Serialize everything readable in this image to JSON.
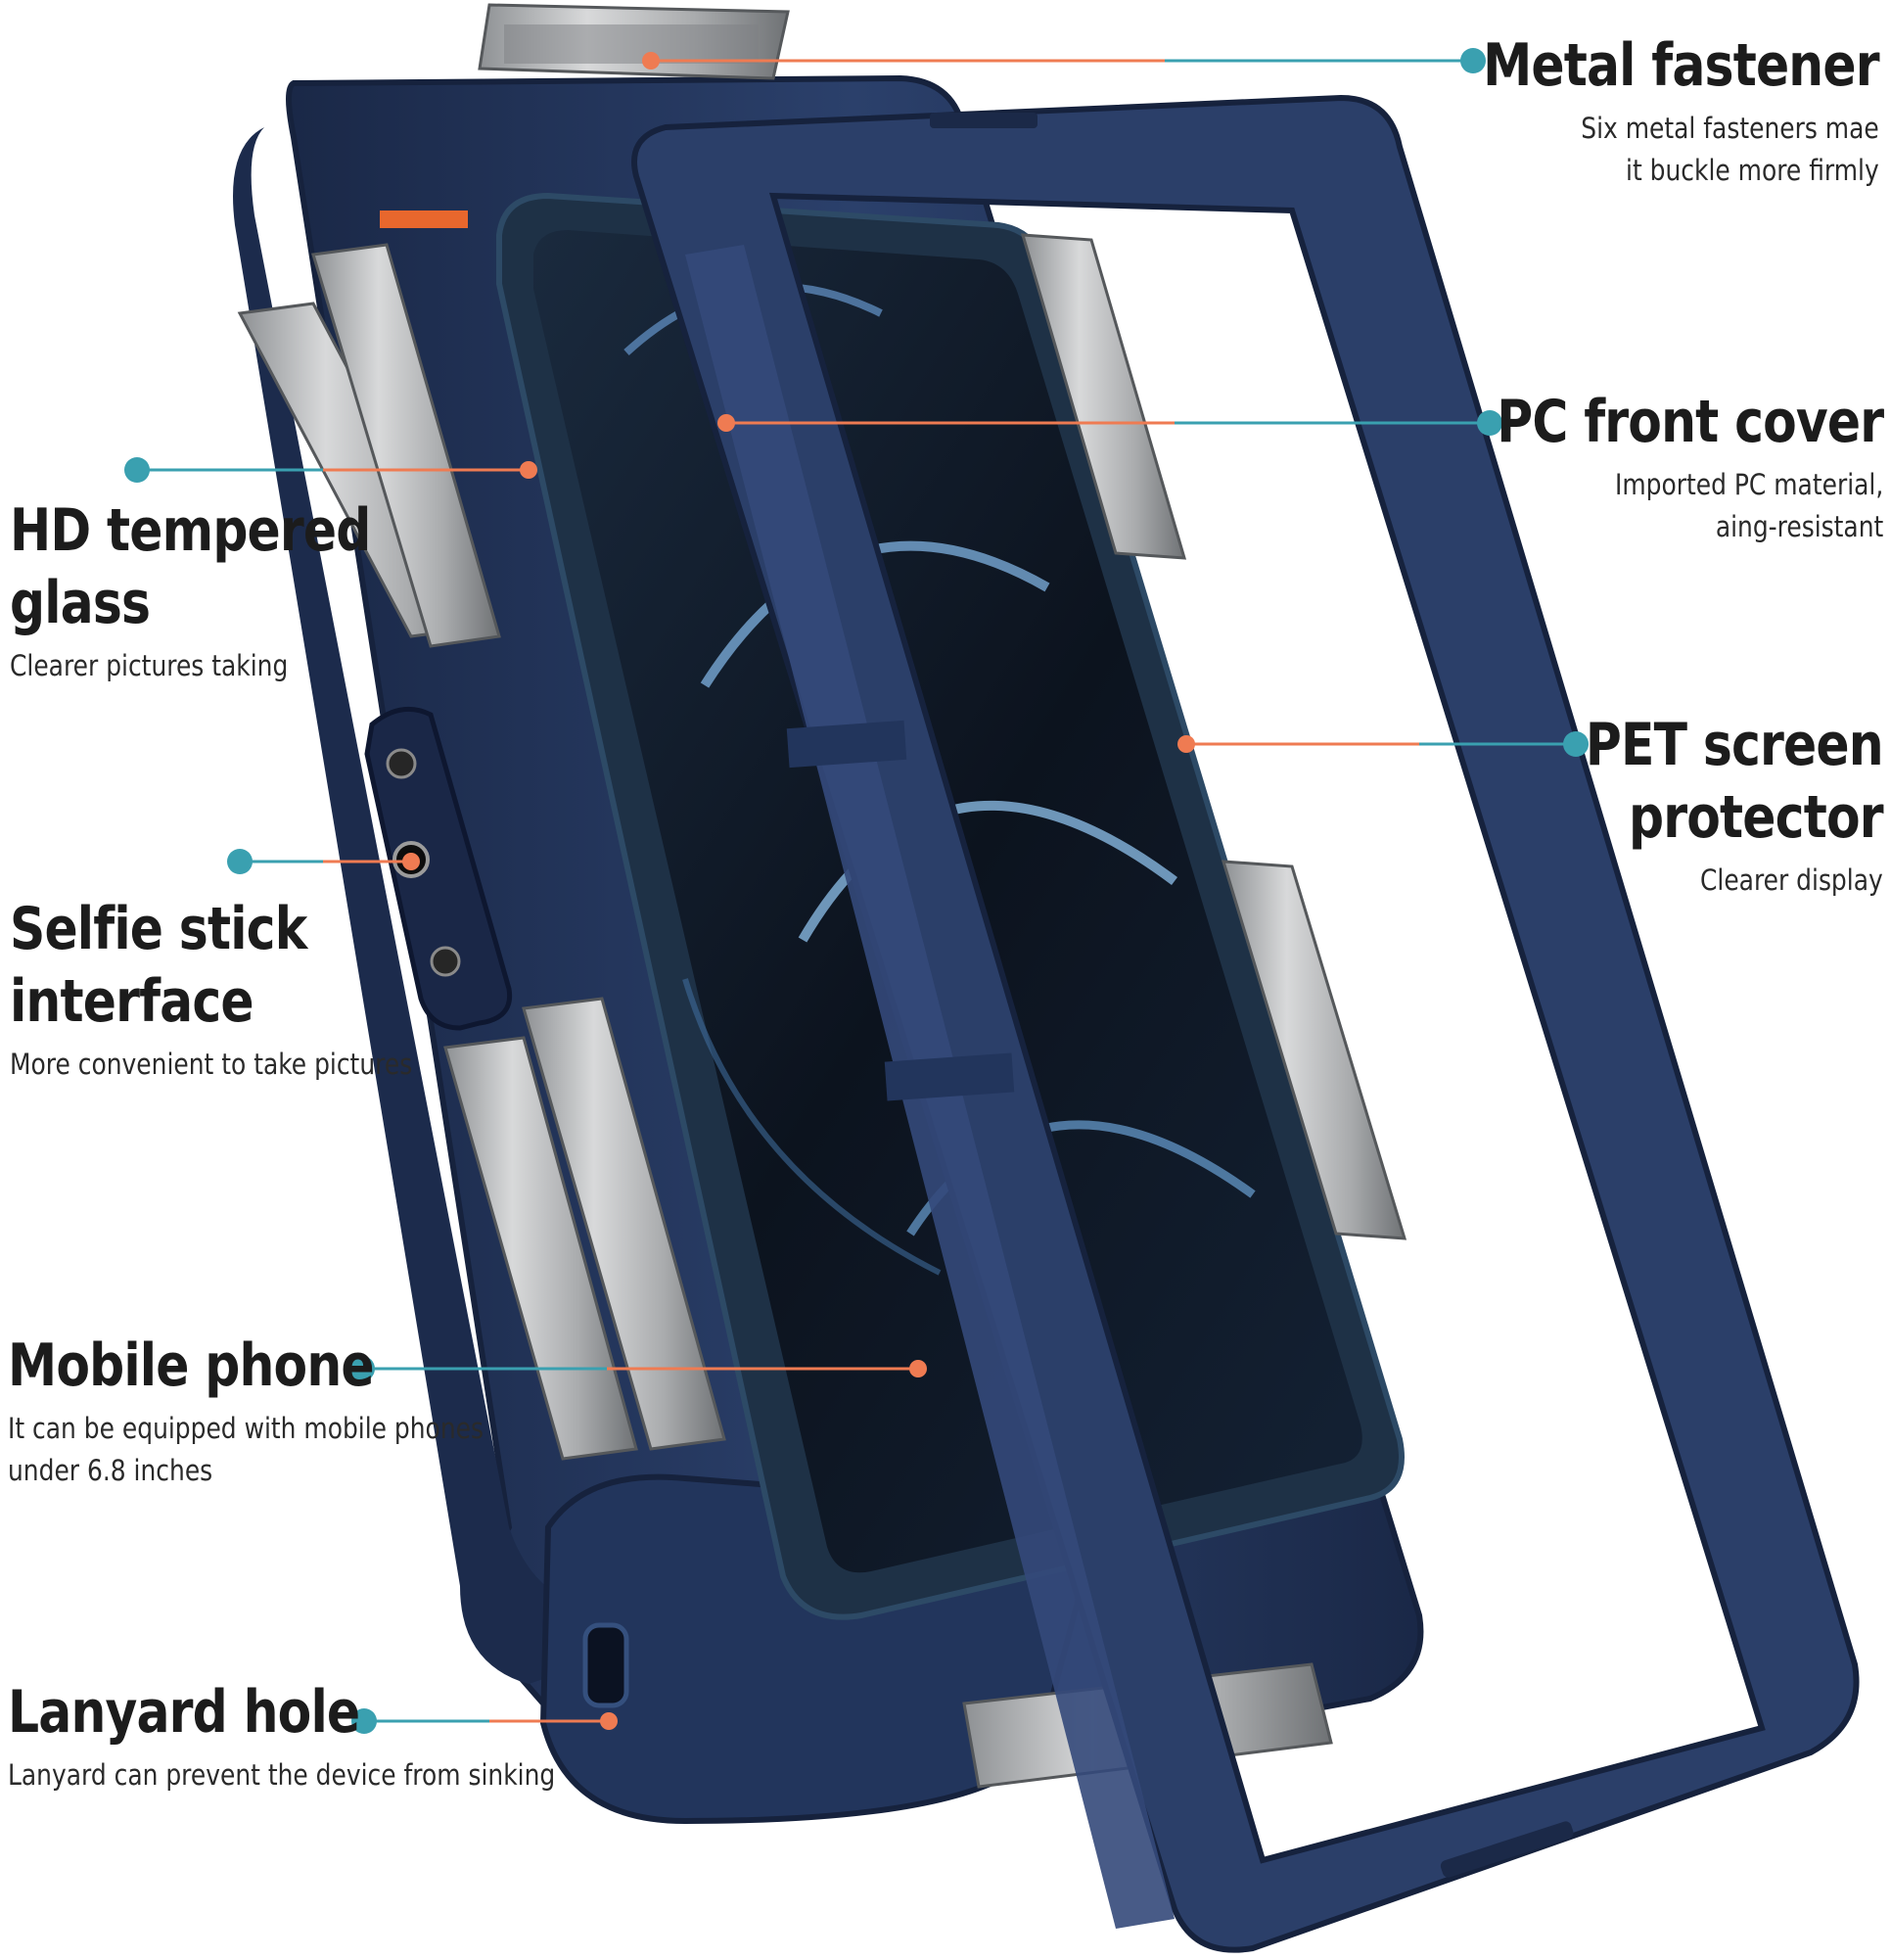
{
  "colors": {
    "case_navy": "#23355a",
    "case_navy_light": "#33497a",
    "case_navy_dark": "#16223d",
    "metal": "#b8babc",
    "screen": "#0f1622",
    "leader_teal": "#3aa0b0",
    "leader_orange": "#ef7b52",
    "text": "#1c1c1c"
  },
  "callouts": [
    {
      "id": "metal-fastener",
      "title_lines": [
        "Metal fastener"
      ],
      "desc_lines": [
        "Six metal fasteners mae",
        "it buckle more firmly"
      ]
    },
    {
      "id": "pc-front-cover",
      "title_lines": [
        "PC front cover"
      ],
      "desc_lines": [
        "Imported PC material,",
        "aing-resistant"
      ]
    },
    {
      "id": "pet-screen-protector",
      "title_lines": [
        "PET screen",
        "protector"
      ],
      "desc_lines": [
        "Clearer display"
      ]
    },
    {
      "id": "hd-tempered-glass",
      "title_lines": [
        "HD tempered",
        "glass"
      ],
      "desc_lines": [
        "Clearer pictures taking"
      ]
    },
    {
      "id": "selfie-stick-interface",
      "title_lines": [
        "Selfie stick",
        "interface"
      ],
      "desc_lines": [
        "More convenient to take pictures"
      ]
    },
    {
      "id": "mobile-phone",
      "title_lines": [
        "Mobile phone"
      ],
      "desc_lines": [
        "It can be equipped with mobile phones",
        "under 6.8 inches"
      ]
    },
    {
      "id": "lanyard-hole",
      "title_lines": [
        "Lanyard hole"
      ],
      "desc_lines": [
        "Lanyard can prevent the device from sinking"
      ]
    }
  ]
}
